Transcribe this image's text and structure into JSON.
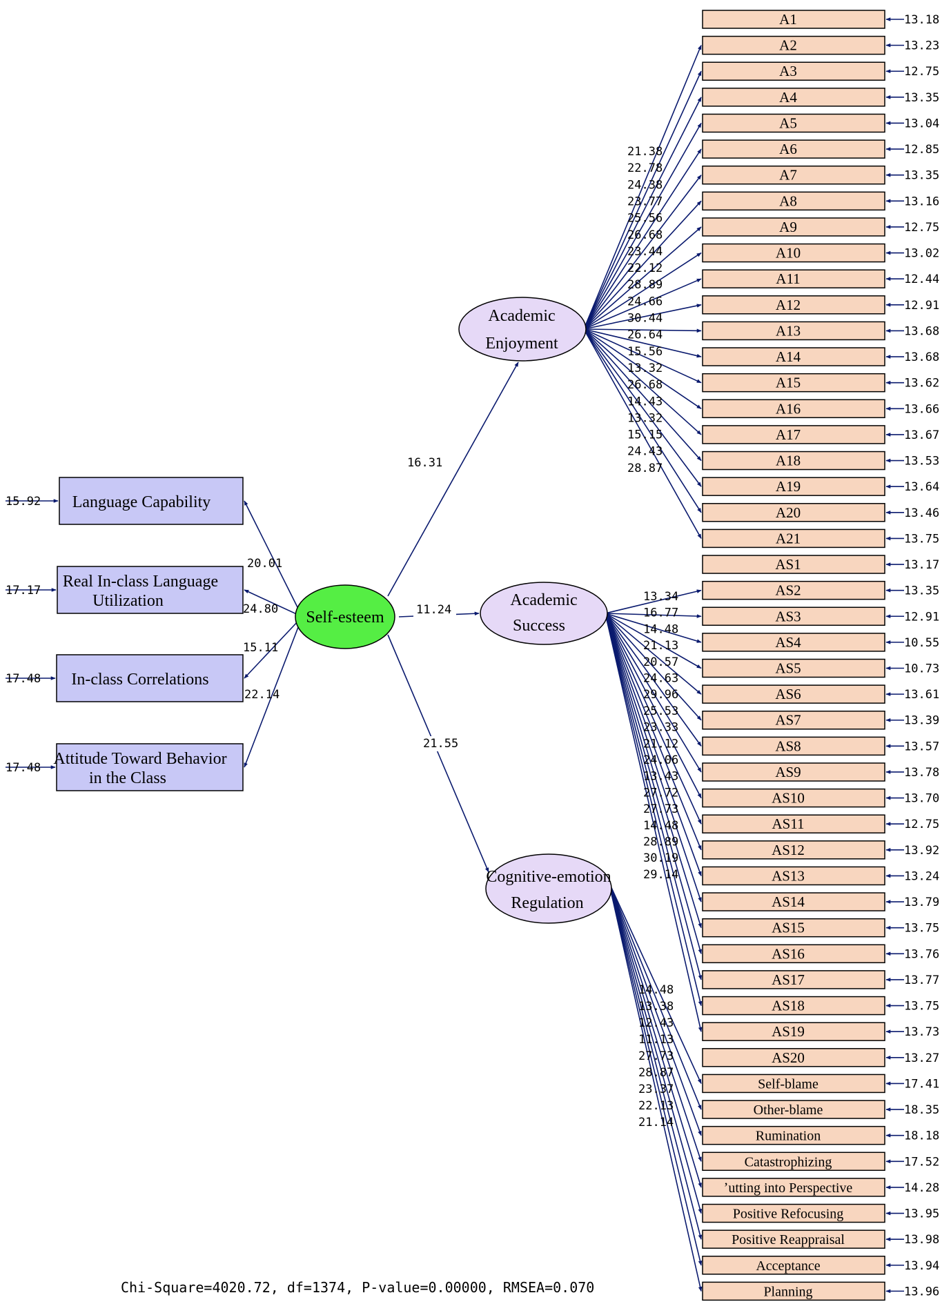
{
  "diagram": {
    "latent": {
      "self_esteem": "Self-esteem",
      "academic_enjoyment": [
        "Academic",
        "Enjoyment"
      ],
      "academic_success": [
        "Academic",
        "Success"
      ],
      "cer": [
        "Cognitive-emotion",
        "Regulation"
      ]
    },
    "colors": {
      "self_esteem_fill": "#55ee44",
      "latent_fill": "#e6d9f7",
      "se_indicator_fill": "#c8c8f6",
      "indicator_fill": "#f8d6bf",
      "arrow": "#0a1a6e"
    },
    "structural_paths": [
      {
        "from": "Self-esteem",
        "to": "Academic Enjoyment",
        "value": "16.31"
      },
      {
        "from": "Self-esteem",
        "to": "Academic Success",
        "value": "11.24"
      },
      {
        "from": "Self-esteem",
        "to": "Cognitive-emotion Regulation",
        "value": "21.55"
      }
    ],
    "self_esteem_indicators": [
      {
        "label": [
          "Language Capability"
        ],
        "loading": "20.01",
        "error": "15.92"
      },
      {
        "label": [
          "Real In-class Language",
          "Utilization"
        ],
        "loading": "24.80",
        "error": "17.17"
      },
      {
        "label": [
          "In-class Correlations"
        ],
        "loading": "15.11",
        "error": "17.48"
      },
      {
        "label": [
          "Attitude Toward Behavior",
          "in the Class"
        ],
        "loading": "22.14",
        "error": "17.48"
      }
    ],
    "enjoyment_indicators": [
      {
        "label": "A1",
        "error": "13.18"
      },
      {
        "label": "A2",
        "error": "13.23"
      },
      {
        "label": "A3",
        "error": "12.75"
      },
      {
        "label": "A4",
        "error": "13.35"
      },
      {
        "label": "A5",
        "error": "13.04"
      },
      {
        "label": "A6",
        "error": "12.85"
      },
      {
        "label": "A7",
        "error": "13.35"
      },
      {
        "label": "A8",
        "error": "13.16"
      },
      {
        "label": "A9",
        "error": "12.75"
      },
      {
        "label": "A10",
        "error": "13.02"
      },
      {
        "label": "A11",
        "error": "12.44"
      },
      {
        "label": "A12",
        "error": "12.91"
      },
      {
        "label": "A13",
        "error": "13.68"
      },
      {
        "label": "A14",
        "error": "13.68"
      },
      {
        "label": "A15",
        "error": "13.62"
      },
      {
        "label": "A16",
        "error": "13.66"
      },
      {
        "label": "A17",
        "error": "13.67"
      },
      {
        "label": "A18",
        "error": "13.53"
      },
      {
        "label": "A19",
        "error": "13.64"
      },
      {
        "label": "A20",
        "error": "13.46"
      },
      {
        "label": "A21",
        "error": "13.75"
      }
    ],
    "enjoyment_loadings": [
      "21.38",
      "22.78",
      "24.38",
      "23.77",
      "25.56",
      "26.68",
      "23.44",
      "22.12",
      "28.89",
      "24.66",
      "30.44",
      "26.64",
      "15.56",
      "13.32",
      "26.68",
      "14.43",
      "13.32",
      "15.15",
      "24.43",
      "28.87"
    ],
    "success_indicators": [
      {
        "label": "AS1",
        "error": "13.17"
      },
      {
        "label": "AS2",
        "error": "13.35"
      },
      {
        "label": "AS3",
        "error": "12.91"
      },
      {
        "label": "AS4",
        "error": "10.55"
      },
      {
        "label": "AS5",
        "error": "10.73"
      },
      {
        "label": "AS6",
        "error": "13.61"
      },
      {
        "label": "AS7",
        "error": "13.39"
      },
      {
        "label": "AS8",
        "error": "13.57"
      },
      {
        "label": "AS9",
        "error": "13.78"
      },
      {
        "label": "AS10",
        "error": "13.70"
      },
      {
        "label": "AS11",
        "error": "12.75"
      },
      {
        "label": "AS12",
        "error": "13.92"
      },
      {
        "label": "AS13",
        "error": "13.24"
      },
      {
        "label": "AS14",
        "error": "13.79"
      },
      {
        "label": "AS15",
        "error": "13.75"
      },
      {
        "label": "AS16",
        "error": "13.76"
      },
      {
        "label": "AS17",
        "error": "13.77"
      },
      {
        "label": "AS18",
        "error": "13.75"
      },
      {
        "label": "AS19",
        "error": "13.73"
      },
      {
        "label": "AS20",
        "error": "13.27"
      }
    ],
    "success_loadings": [
      "13.34",
      "16.77",
      "14.48",
      "21.13",
      "20.57",
      "24.63",
      "29.96",
      "25.53",
      "23.33",
      "21.12",
      "24.06",
      "13.43",
      "27.72",
      "27.73",
      "14.48",
      "28.89",
      "30.19",
      "29.14"
    ],
    "cer_indicators": [
      {
        "label": "Self-blame",
        "error": "17.41"
      },
      {
        "label": "Other-blame",
        "error": "18.35"
      },
      {
        "label": "Rumination",
        "error": "18.18"
      },
      {
        "label": "Catastrophizing",
        "error": "17.52"
      },
      {
        "label": "ʼutting into Perspective",
        "error": "14.28"
      },
      {
        "label": "Positive Refocusing",
        "error": "13.95"
      },
      {
        "label": "Positive Reappraisal",
        "error": "13.98"
      },
      {
        "label": "Acceptance",
        "error": "13.94"
      },
      {
        "label": "Planning",
        "error": "13.96"
      }
    ],
    "cer_loadings": [
      "14.48",
      "13.38",
      "12.43",
      "11.13",
      "27.73",
      "28.87",
      "23.37",
      "22.13",
      "21.14"
    ],
    "fit_statistics": "Chi-Square=4020.72, df=1374, P-value=0.00000, RMSEA=0.070"
  }
}
